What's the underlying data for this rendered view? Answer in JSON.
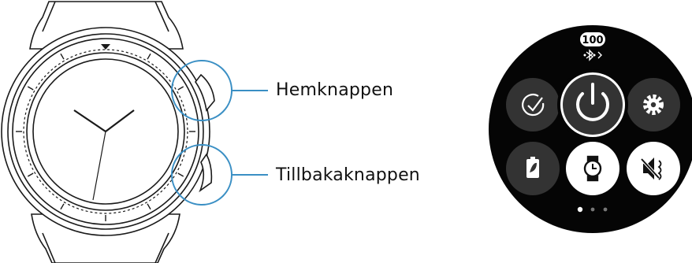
{
  "callouts": {
    "home_key": "Hemknappen",
    "back_key": "Tillbakaknappen"
  },
  "quick_panel": {
    "battery_level": "100",
    "status_icons": [
      "bluetooth-icon",
      "chevron-right-icon"
    ],
    "buttons": [
      {
        "name": "check-icon",
        "selected": false
      },
      {
        "name": "power-icon",
        "selected": true
      },
      {
        "name": "gear-icon",
        "selected": false
      },
      {
        "name": "battery-saver-icon",
        "selected": false
      },
      {
        "name": "watch-icon",
        "selected": false
      },
      {
        "name": "mute-icon",
        "selected": false
      }
    ],
    "page_indicator": {
      "pages": 3,
      "current": 1
    }
  },
  "colors": {
    "outline": "#1a1a1a",
    "callout_blue": "#3a8fc4",
    "panel_bg": "#050505",
    "button_dark": "#333333",
    "button_light": "#ffffff"
  }
}
